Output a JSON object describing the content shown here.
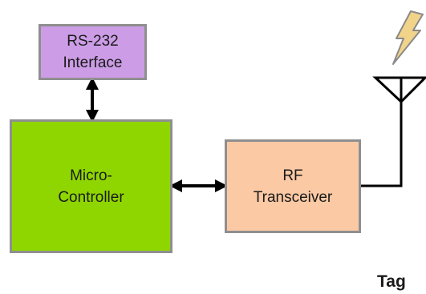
{
  "blocks": {
    "rs232": {
      "line1": "RS-232",
      "line2": "Interface"
    },
    "microcontroller": {
      "line1": "Micro-",
      "line2": "Controller"
    },
    "rf": {
      "line1": "RF",
      "line2": "Transceiver"
    }
  },
  "tag_label": "Tag",
  "colors": {
    "rs232_fill": "#cc9de6",
    "mcu_fill": "#8fd600",
    "rf_fill": "#fbc9a4",
    "border": "#8f8f8f",
    "lightning_fill": "#f2d38a"
  },
  "icons": [
    "lightning-bolt-icon",
    "antenna-icon"
  ]
}
